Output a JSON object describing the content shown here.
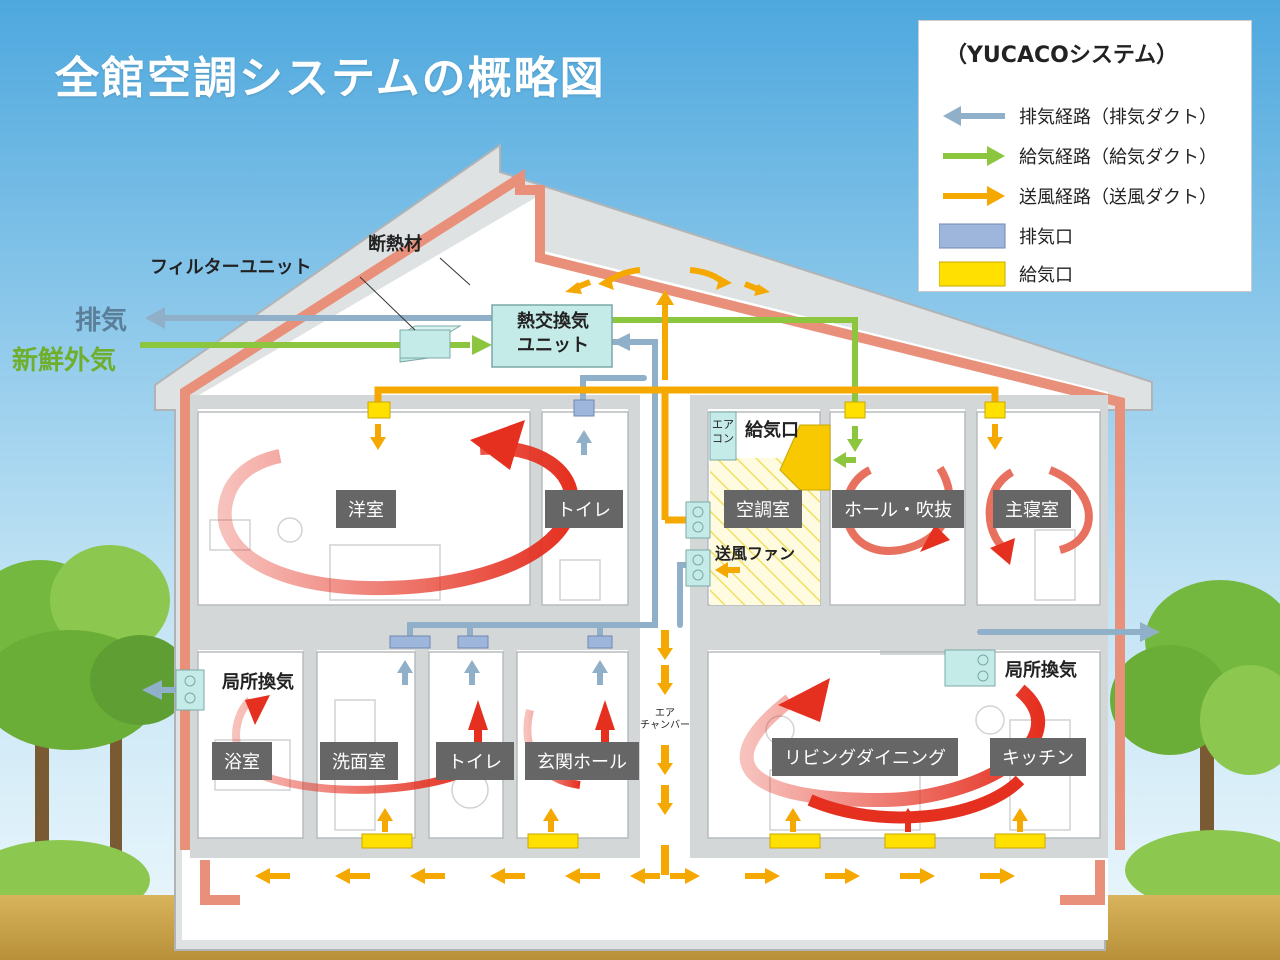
{
  "title": "全館空調システムの概略図",
  "legend": {
    "title": "（YUCACOシステム）",
    "items": [
      {
        "label": "排気経路（排気ダクト）",
        "type": "arrow",
        "color": "#8fb0c8"
      },
      {
        "label": "給気経路（給気ダクト）",
        "type": "arrow",
        "color": "#8cc63f"
      },
      {
        "label": "送風経路（送風ダクト）",
        "type": "arrow",
        "color": "#f5a800"
      },
      {
        "label": "排気口",
        "type": "box",
        "color": "#9fb6dc"
      },
      {
        "label": "給気口",
        "type": "box",
        "color": "#ffe000"
      }
    ]
  },
  "labels": {
    "insulation": "断熱材",
    "filter_unit": "フィルターユニット",
    "exhaust": "排気",
    "fresh_air": "新鮮外気",
    "heat_exchange_unit_line1": "熱交換気",
    "heat_exchange_unit_line2": "ユニット",
    "aircon_line1": "エア",
    "aircon_line2": "コン",
    "supply_port": "給気口",
    "blower_fan": "送風ファン",
    "local_vent_left": "局所換気",
    "local_vent_right": "局所換気",
    "air_chamber_line1": "エア",
    "air_chamber_line2": "チャンバー"
  },
  "rooms": {
    "western_room": "洋室",
    "toilet_upper": "トイレ",
    "ac_room": "空調室",
    "hall_atrium": "ホール・吹抜",
    "master_bedroom": "主寝室",
    "bathroom": "浴室",
    "washroom": "洗面室",
    "toilet_lower": "トイレ",
    "entrance_hall": "玄関ホール",
    "living_dining": "リビングダイニング",
    "kitchen": "キッチン"
  },
  "colors": {
    "sky_top": "#5aaee0",
    "sky_bottom": "#e6f4fb",
    "insulation": "#e8907a",
    "exhaust": "#8fb0c8",
    "supply": "#8cc63f",
    "blower": "#f5a800",
    "exhaust_port": "#9fb6dc",
    "supply_port": "#ffe000",
    "circulation": "#e53020",
    "ground": "#c9a24a"
  }
}
